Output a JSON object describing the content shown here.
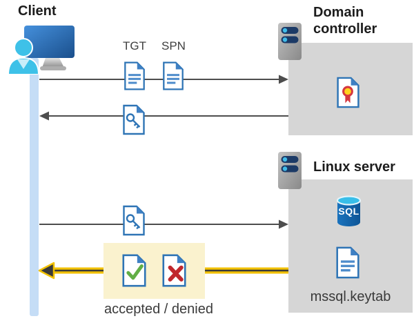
{
  "actors": {
    "client": {
      "label": "Client"
    },
    "domain_controller": {
      "label": "Domain controller"
    },
    "linux_server": {
      "label": "Linux server"
    }
  },
  "tickets": {
    "tgt": "TGT",
    "spn": "SPN"
  },
  "linux_assets": {
    "sql_badge": "SQL",
    "keytab_file": "mssql.keytab"
  },
  "result": {
    "label": "accepted / denied"
  },
  "flows": [
    {
      "from": "client",
      "to": "domain-controller",
      "direction": "right"
    },
    {
      "from": "domain-controller",
      "to": "client",
      "direction": "left"
    },
    {
      "from": "client",
      "to": "linux-server",
      "direction": "right"
    },
    {
      "from": "linux-server",
      "to": "client",
      "direction": "left",
      "highlighted": true
    }
  ],
  "colors": {
    "timeline_blue": "#C5DDF6",
    "arrow_gray": "#4D4D4D",
    "highlight_yellow": "#F2C100",
    "highlight_box": "#FAF2CE",
    "document_blue": "#2E74B5",
    "server_box_gray": "#D6D6D6",
    "check_green": "#61AE45",
    "cross_red": "#C0272D",
    "sql_blue": "#1566B0"
  }
}
